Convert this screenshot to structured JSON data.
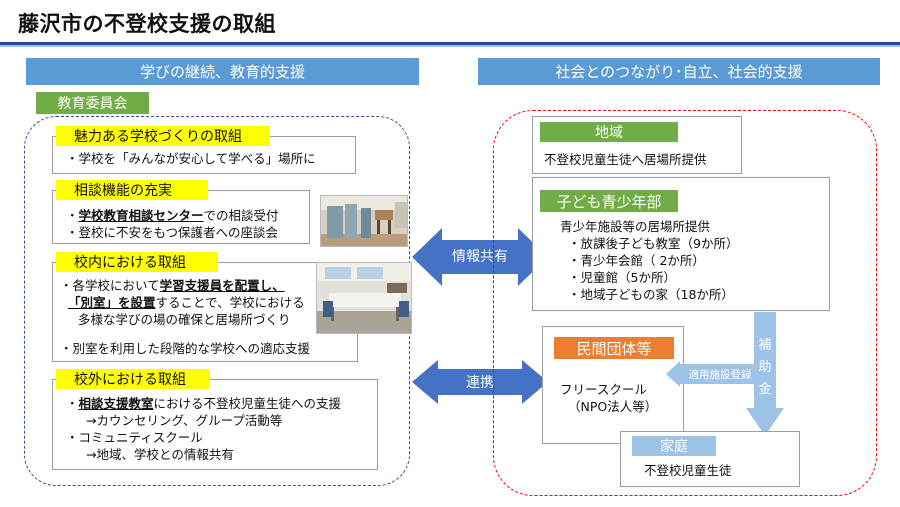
{
  "page": {
    "title": "藤沢市の不登校支援の取組"
  },
  "headers": {
    "left": "学びの継続、教育的支援",
    "right": "社会とのつながり･自立、社会的支援"
  },
  "left": {
    "board": "教育委員会",
    "sections": {
      "miryoku": {
        "title": "魅力ある学校づくりの取組",
        "line1": "・学校を「みんなが安心して学べる」場所に"
      },
      "soudan": {
        "title": "相談機能の充実",
        "line1_bold": "学校教育相談センター",
        "line1_rest": "での相談受付",
        "line2": "・登校に不安をもつ保護者への座談会"
      },
      "kounai": {
        "title": "校内における取組",
        "line1_a": "・各学校において",
        "line1_b": "学習支援員を配置し、",
        "line2_a": "「別室」を設置",
        "line2_b": "することで、学校における",
        "line3": "多様な学びの場の確保と居場所づくり",
        "line4": "・別室を利用した段階的な学校への適応支援"
      },
      "kougai": {
        "title": "校外における取組",
        "line1_bold": "相談支援教室",
        "line1_rest": "における不登校児童生徒への支援",
        "line2": "→カウンセリング、グループ活動等",
        "line3": "・コミュニティスクール",
        "line4": "→地域、学校との情報共有"
      }
    }
  },
  "arrows": {
    "info": "情報共有",
    "renkei": "連携",
    "tekiyou": "適用施設登録",
    "hojo": [
      "補",
      "助",
      "金"
    ]
  },
  "right": {
    "chiiki": {
      "title": "地域",
      "desc": "不登校児童生徒へ居場所提供"
    },
    "kodomo": {
      "title": "子ども青少年部",
      "lead": "青少年施設等の居場所提供",
      "items": [
        "・放課後子ども教室（9か所）",
        "・青少年会館（ 2か所）",
        "・児童館（5か所）",
        "・地域子どもの家（18か所）"
      ]
    },
    "minkan": {
      "title": "民間団体等",
      "line1": "フリースクール",
      "line2": "（NPO法人等）"
    },
    "katei": {
      "title": "家庭",
      "desc": "不登校児童生徒"
    }
  },
  "colors": {
    "header_blue": "#5b9bd5",
    "arrow_blue": "#4472c4",
    "green": "#70ad47",
    "yellow": "#ffff00",
    "orange": "#ed7d31",
    "light_blue": "#9dc3e6",
    "dash_blue": "#2f5597",
    "dash_red": "#ff0000"
  }
}
